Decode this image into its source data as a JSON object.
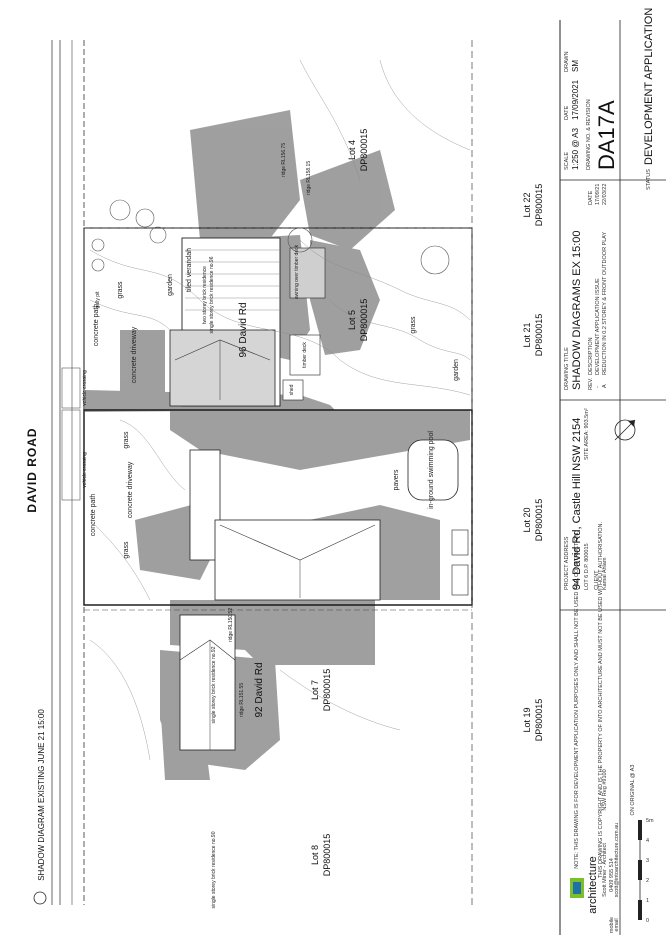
{
  "road": {
    "name": "DAVID ROAD"
  },
  "lots": {
    "lot4": {
      "lot": "Lot 4",
      "dp": "DP800015"
    },
    "lot5": {
      "lot": "Lot 5",
      "dp": "DP800015"
    },
    "lot7": {
      "lot": "Lot 7",
      "dp": "DP800015"
    },
    "lot8": {
      "lot": "Lot 8",
      "dp": "DP800015"
    },
    "lot19": {
      "lot": "Lot 19",
      "dp": "DP800015"
    },
    "lot20": {
      "lot": "Lot 20",
      "dp": "DP800015"
    },
    "lot21": {
      "lot": "Lot 21",
      "dp": "DP800015"
    },
    "lot22": {
      "lot": "Lot 22",
      "dp": "DP800015"
    }
  },
  "addresses": {
    "no96": "96 David Rd",
    "no92": "92 David Rd"
  },
  "site_labels": {
    "grass": "grass",
    "concrete_driveway": "concrete driveway",
    "concrete_path": "concrete path",
    "vehicle_crossing": "vehicle crossing",
    "pool": "in-ground swimming pool",
    "pavers": "pavers",
    "garden": "garden",
    "gully_pit": "gully pit",
    "tiled_verandah": "tiled verandah",
    "two_storey": "two storey brick residence",
    "awning": "awning over timber deck",
    "timber_deck": "timber deck",
    "shed": "shed",
    "single_storey_96": "single storey brick residence no.96",
    "single_storey_92": "single storey brick residence no.92",
    "single_storey_90": "single storey brick residence no.90",
    "ridge_96": "ridge RL158.15",
    "ridge_90": "ridge RL156.75",
    "ridge_92a": "ridge RL150.52",
    "ridge_92b": "ridge RL151.55"
  },
  "diagram_caption": "SHADOW DIAGRAM EXISTING JUNE 21 15:00",
  "title_block": {
    "firm_name": "architecture",
    "architect": "Scott Miner - Architect",
    "reg": "NSW Reg #9100",
    "mobile_label": "mobile",
    "mobile": "0409 955 514",
    "email_label": "email",
    "email": "scott@intoarchitecture.com.au",
    "scale_bar_note": "ON ORIGINAL @ A3",
    "scale_ticks": [
      "0",
      "1",
      "2",
      "3",
      "4",
      "5m"
    ],
    "note1": "NOTE: THIS DRAWING IS FOR DEVELOPMENT APPLICATION PURPOSES ONLY AND SHALL NOT BE USED FOR CONSTRUCTION.",
    "note2": "THIS DRAWING IS COPYRIGHT AND IS THE PROPERTY OF INTO ARCHITECTURE AND MUST NOT BE USED WITHOUT AUTHORISATION.",
    "project_address_label": "PROJECT ADDRESS",
    "project_address": "94 David Rd, Castle Hill NSW 2154",
    "lot_dp": "LOT 6  D.P. 800015",
    "site_area": "SITE AREA: 903.5m²",
    "client_label": "CLIENT",
    "client": "Kamal Ahlam",
    "drawing_title_label": "DRAWING TITLE",
    "drawing_title": "SHADOW DIAGRAMS EX 15:00",
    "rev_header": [
      "REV.",
      "DESCRIPTION",
      "DATE"
    ],
    "rev_rows": [
      [
        "-",
        "DEVELOPMENT APPLICATION ISSUE",
        "17/09/21"
      ],
      [
        "A",
        "REDUCTION IN 0.2 STOREY & FRONT OUTDOOR PLAY",
        "22/03/22"
      ]
    ],
    "scale_label": "SCALE",
    "scale": "1:250 @ A3",
    "date_label": "DATE",
    "date": "17/09/2021",
    "drawn_label": "DRAWN",
    "drawn": "SM",
    "drawing_no_label": "DRAWING NO. & REVISION",
    "drawing_no": "DA17A",
    "status_label": "STATUS",
    "status": "DEVELOPMENT APPLICATION"
  }
}
